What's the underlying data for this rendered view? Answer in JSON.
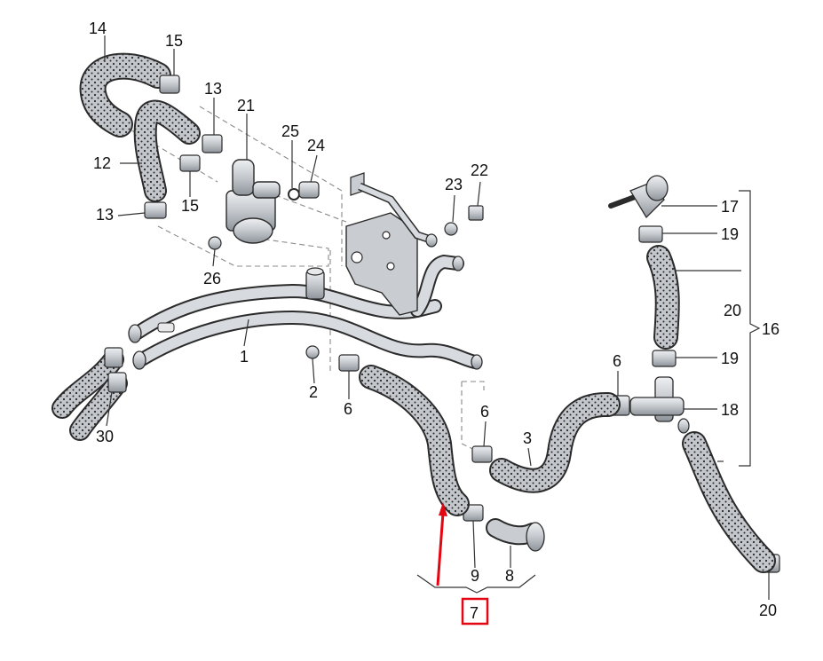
{
  "labels": {
    "p1": "1",
    "p2": "2",
    "p3": "3",
    "p6a": "6",
    "p6b": "6",
    "p6c": "6",
    "p7": "7",
    "p8": "8",
    "p9": "9",
    "p12": "12",
    "p13a": "13",
    "p13b": "13",
    "p14": "14",
    "p15a": "15",
    "p15b": "15",
    "p16": "16",
    "p17": "17",
    "p18": "18",
    "p19a": "19",
    "p19b": "19",
    "p20a": "20",
    "p20b": "20",
    "p21": "21",
    "p22": "22",
    "p23": "23",
    "p24": "24",
    "p25": "25",
    "p26": "26",
    "p30": "30"
  },
  "highlight": {
    "label_ref": "p7",
    "color": "#e30613"
  },
  "colors": {
    "hose_outline": "#2b2b2b",
    "hose_fill": "#c9ccd1",
    "dots": "#2a2a2a",
    "part_fill": "#d4d6da"
  }
}
